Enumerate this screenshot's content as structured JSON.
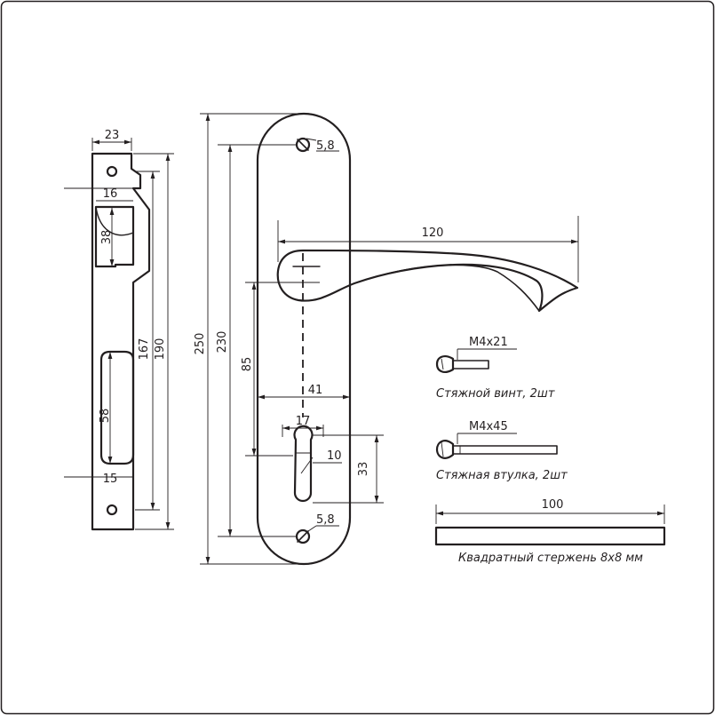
{
  "strike_plate": {
    "width": "23",
    "slot_offset": "16",
    "slot_height": "38",
    "hole_spacing": "167",
    "length": "190",
    "window_height": "58",
    "window_offset": "15"
  },
  "escutcheon": {
    "length": "250",
    "hole_spacing": "230",
    "backset": "85",
    "width": "41",
    "cylinder_width": "17",
    "cylinder_offset": "10",
    "cylinder_height": "33",
    "screw_top": "5,8",
    "screw_bottom": "5,8"
  },
  "handle": {
    "length": "120"
  },
  "parts": [
    {
      "size": "M4x21",
      "caption": "Стяжной винт, 2шт"
    },
    {
      "size": "M4x45",
      "caption": "Стяжная втулка, 2шт"
    }
  ],
  "spindle": {
    "length": "100",
    "caption": "Квадратный стержень 8х8 мм"
  }
}
